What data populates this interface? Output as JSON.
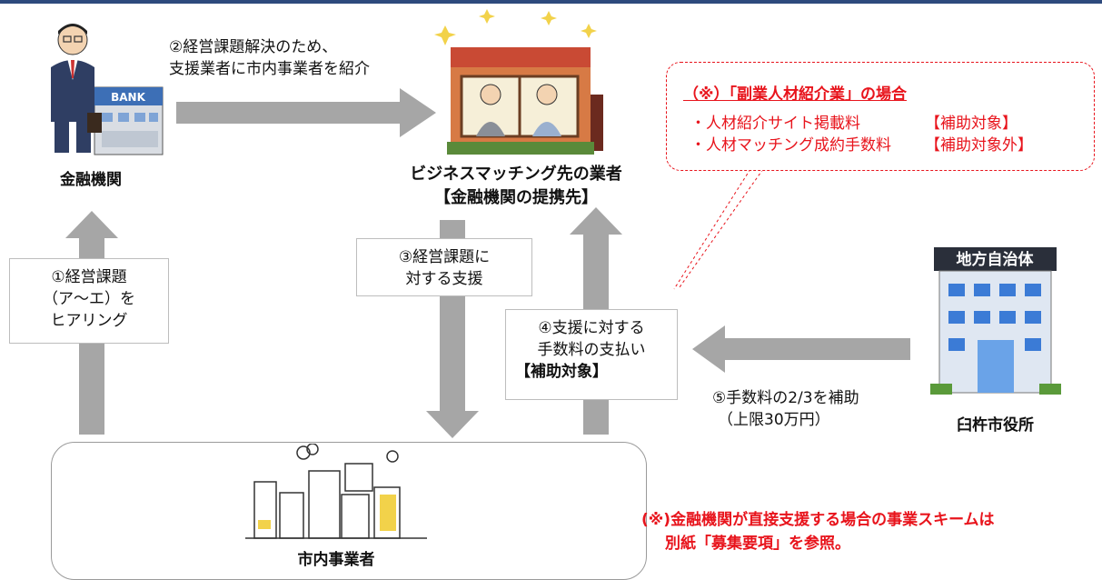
{
  "bank": {
    "name": "金融機関",
    "sign": "BANK"
  },
  "partner": {
    "name": "ビジネスマッチング先の業者",
    "subname": "【金融機関の提携先】"
  },
  "citizens": {
    "name": "市内事業者"
  },
  "city": {
    "name": "臼杵市役所",
    "sign": "地方自治体"
  },
  "steps": {
    "s1": [
      "①経営課題",
      "（ア～エ）を",
      "ヒアリング"
    ],
    "s2": [
      "②経営課題解決のため、",
      "支援業者に市内事業者を紹介"
    ],
    "s3": [
      "③経営課題に",
      "対する支援"
    ],
    "s4": [
      "④支援に対する",
      "手数料の支払い"
    ],
    "s4_tag": "【補助対象】",
    "s5": [
      "⑤手数料の2/3を補助",
      "（上限30万円）"
    ]
  },
  "callout": {
    "title": "（※）「副業人材紹介業」の場合",
    "line1_item": "・人材紹介サイト掲載料",
    "line1_tag": "【補助対象】",
    "line2_item": "・人材マッチング成約手数料",
    "line2_tag": "【補助対象外】"
  },
  "note": [
    "(※)金融機関が直接支援する場合の事業スキームは",
    "別紙「募集要項」を参照。"
  ],
  "colors": {
    "arrow": "#a6a6a6",
    "accent_red": "#e8141c",
    "topbar": "#2e4a7d"
  }
}
